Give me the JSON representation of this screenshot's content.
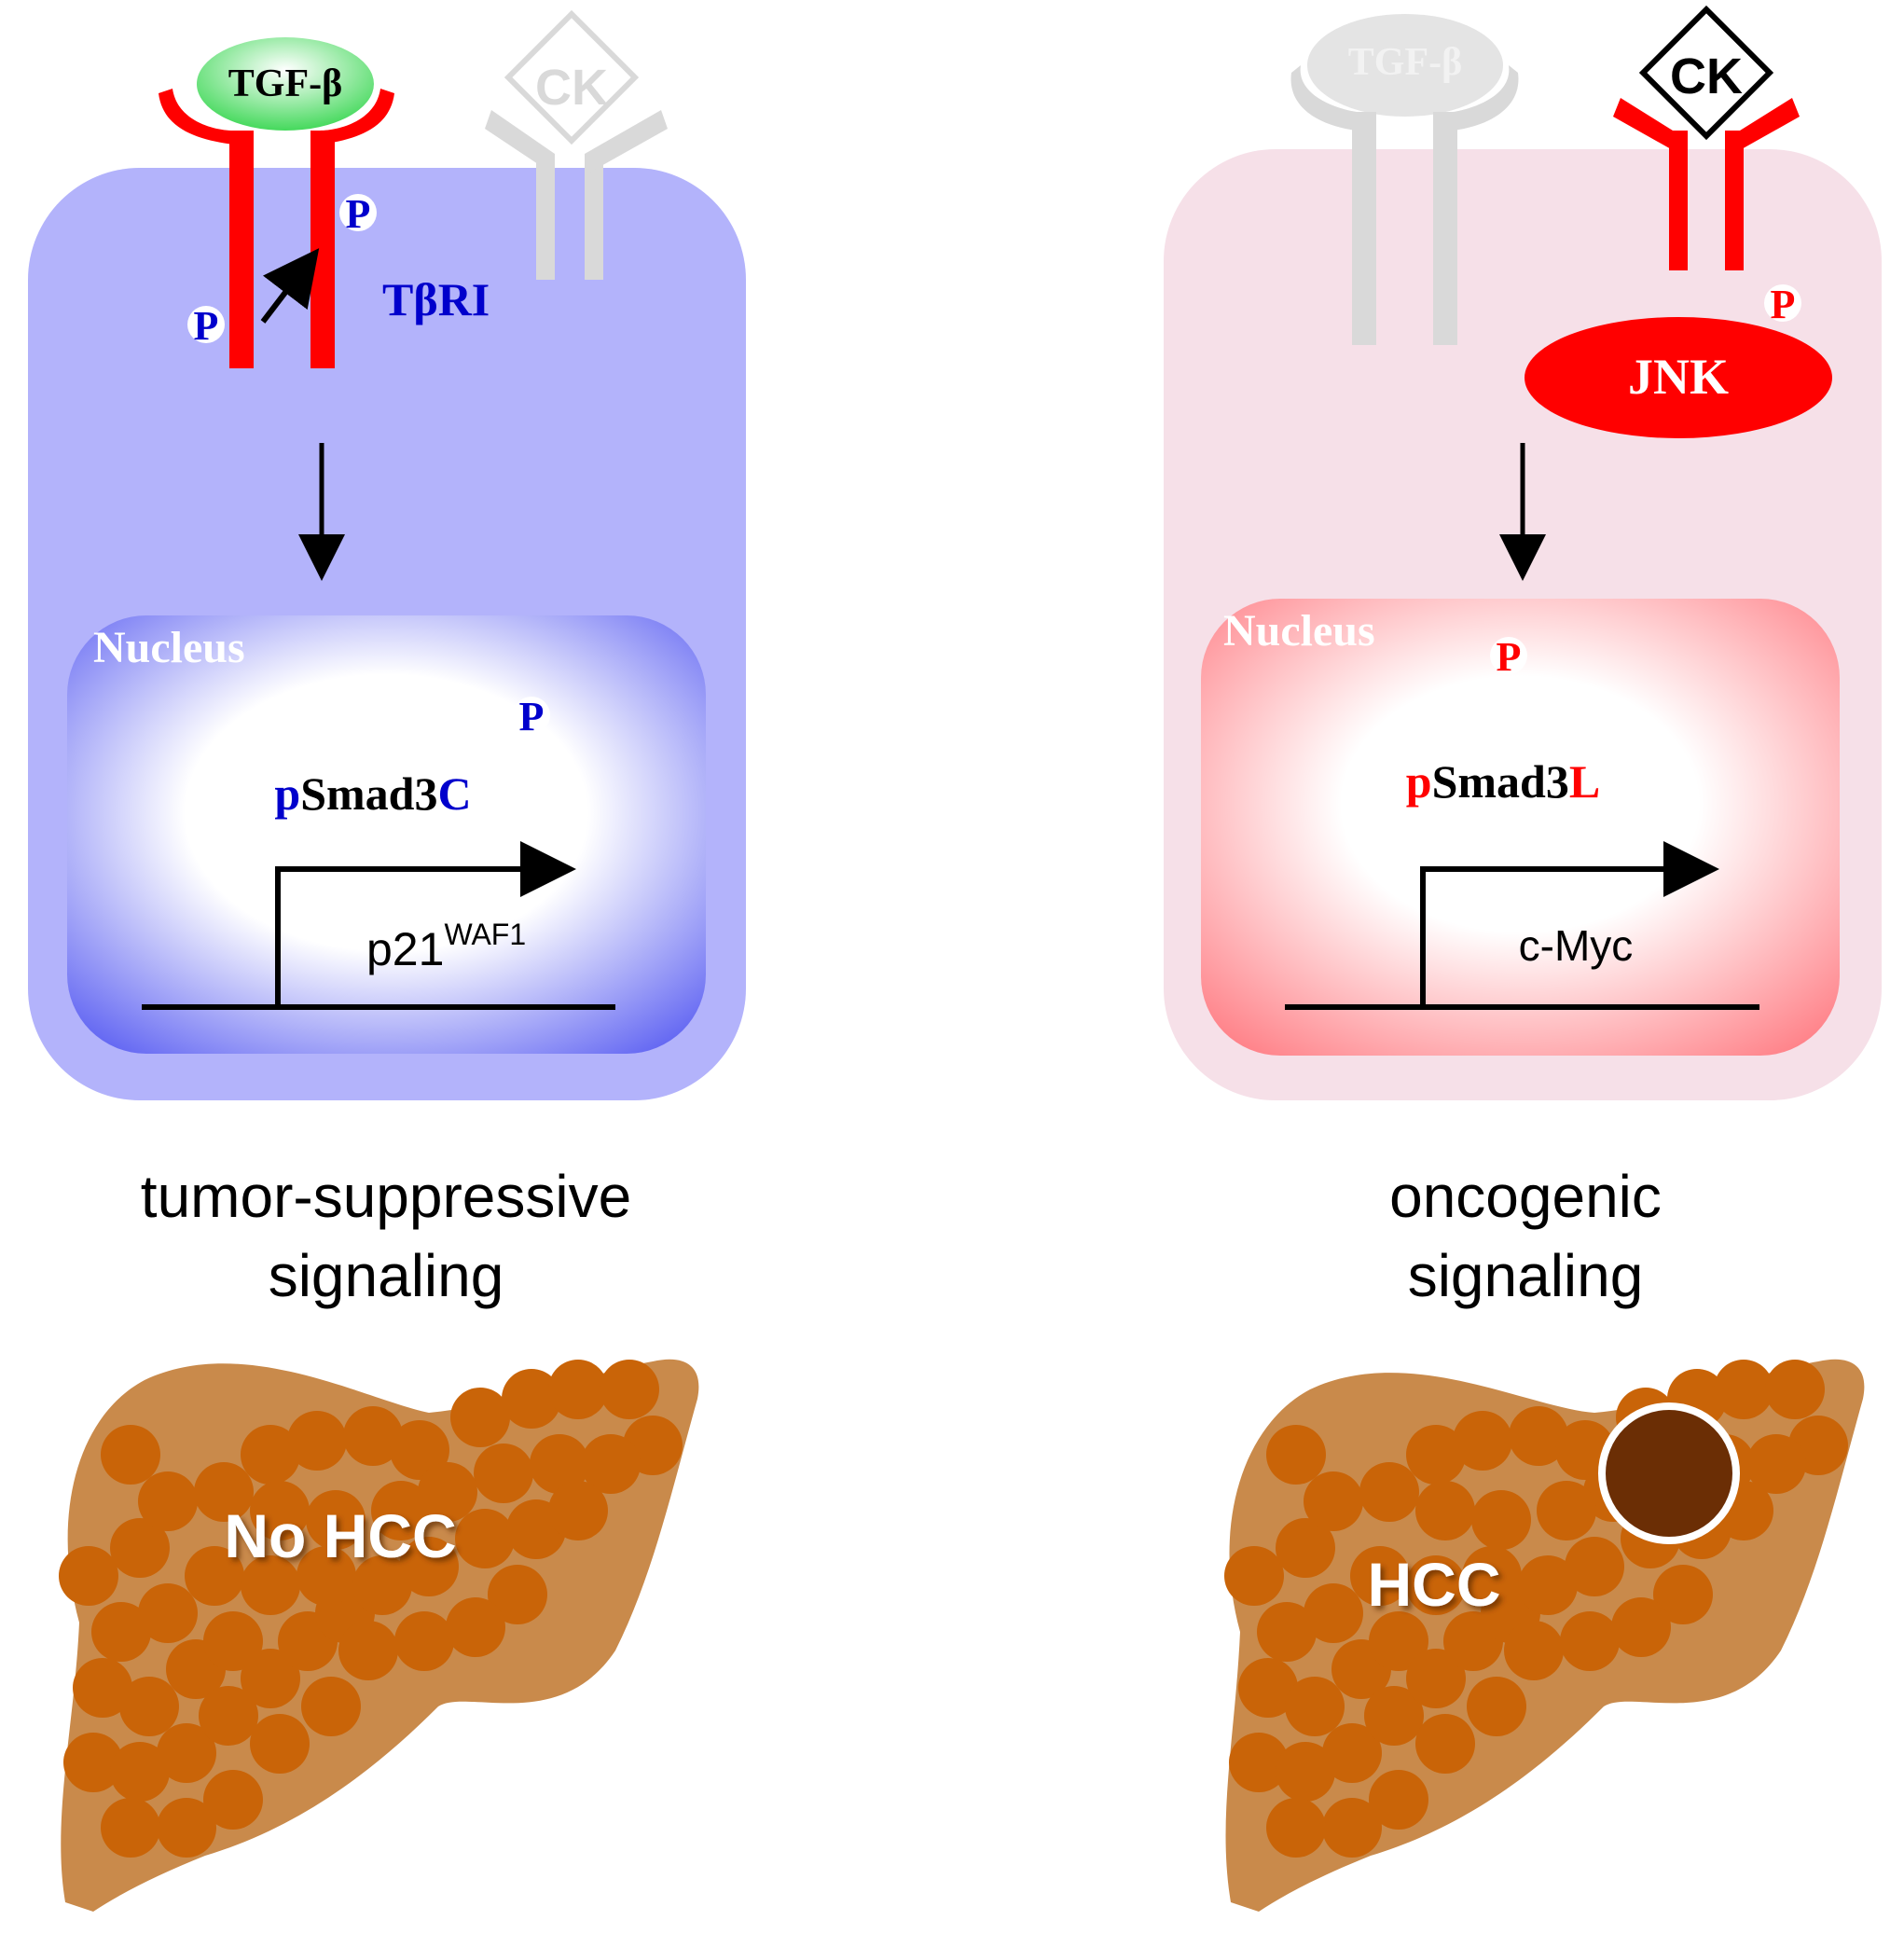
{
  "colors": {
    "receptor_active": "#ff0000",
    "receptor_inactive": "#d9d9d9",
    "cell_left": "#b3b3fb",
    "cell_right": "#f6e0e8",
    "nucleus_left_edge": "#5f63f2",
    "nucleus_right_edge": "#ff7f86",
    "blue_text": "#0000cc",
    "red_text": "#ff0000",
    "tgf_ligand": "#55e06a",
    "liver": "#c98a4b",
    "liver_lobule": "#c96408",
    "tumor": "#6b2e05"
  },
  "left": {
    "ligand": "TGF-β",
    "cytokine": "CK",
    "receptor_label": "TβRI",
    "phospho": "P",
    "nucleus_label": "Nucleus",
    "smad_prefix": "p",
    "smad_core": "Smad3",
    "smad_suffix": "C",
    "gene_main": "p21",
    "gene_sup": "WAF1",
    "caption_line1": "tumor-suppressive",
    "caption_line2": "signaling",
    "liver_label": "No HCC"
  },
  "right": {
    "ligand": "TGF-β",
    "cytokine": "CK",
    "kinase": "JNK",
    "phospho": "P",
    "nucleus_label": "Nucleus",
    "smad_prefix": "p",
    "smad_core": "Smad3",
    "smad_suffix": "L",
    "gene": "c-Myc",
    "caption_line1": "oncogenic",
    "caption_line2": "signaling",
    "liver_label": "HCC"
  }
}
